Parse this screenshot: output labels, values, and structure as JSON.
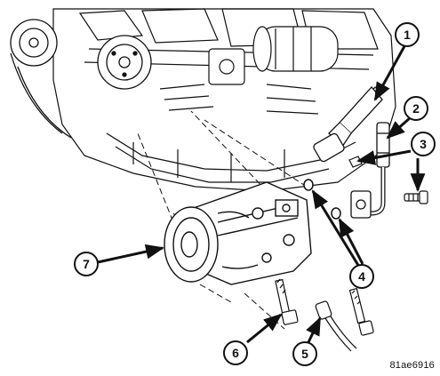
{
  "callouts": [
    {
      "id": "1",
      "label": "1"
    },
    {
      "id": "2",
      "label": "2"
    },
    {
      "id": "3",
      "label": "3"
    },
    {
      "id": "4",
      "label": "4"
    },
    {
      "id": "5",
      "label": "5"
    },
    {
      "id": "6",
      "label": "6"
    },
    {
      "id": "7",
      "label": "7"
    }
  ],
  "figure_ref": "81ae6916",
  "colors": {
    "line": "#111111",
    "background": "#ffffff"
  }
}
